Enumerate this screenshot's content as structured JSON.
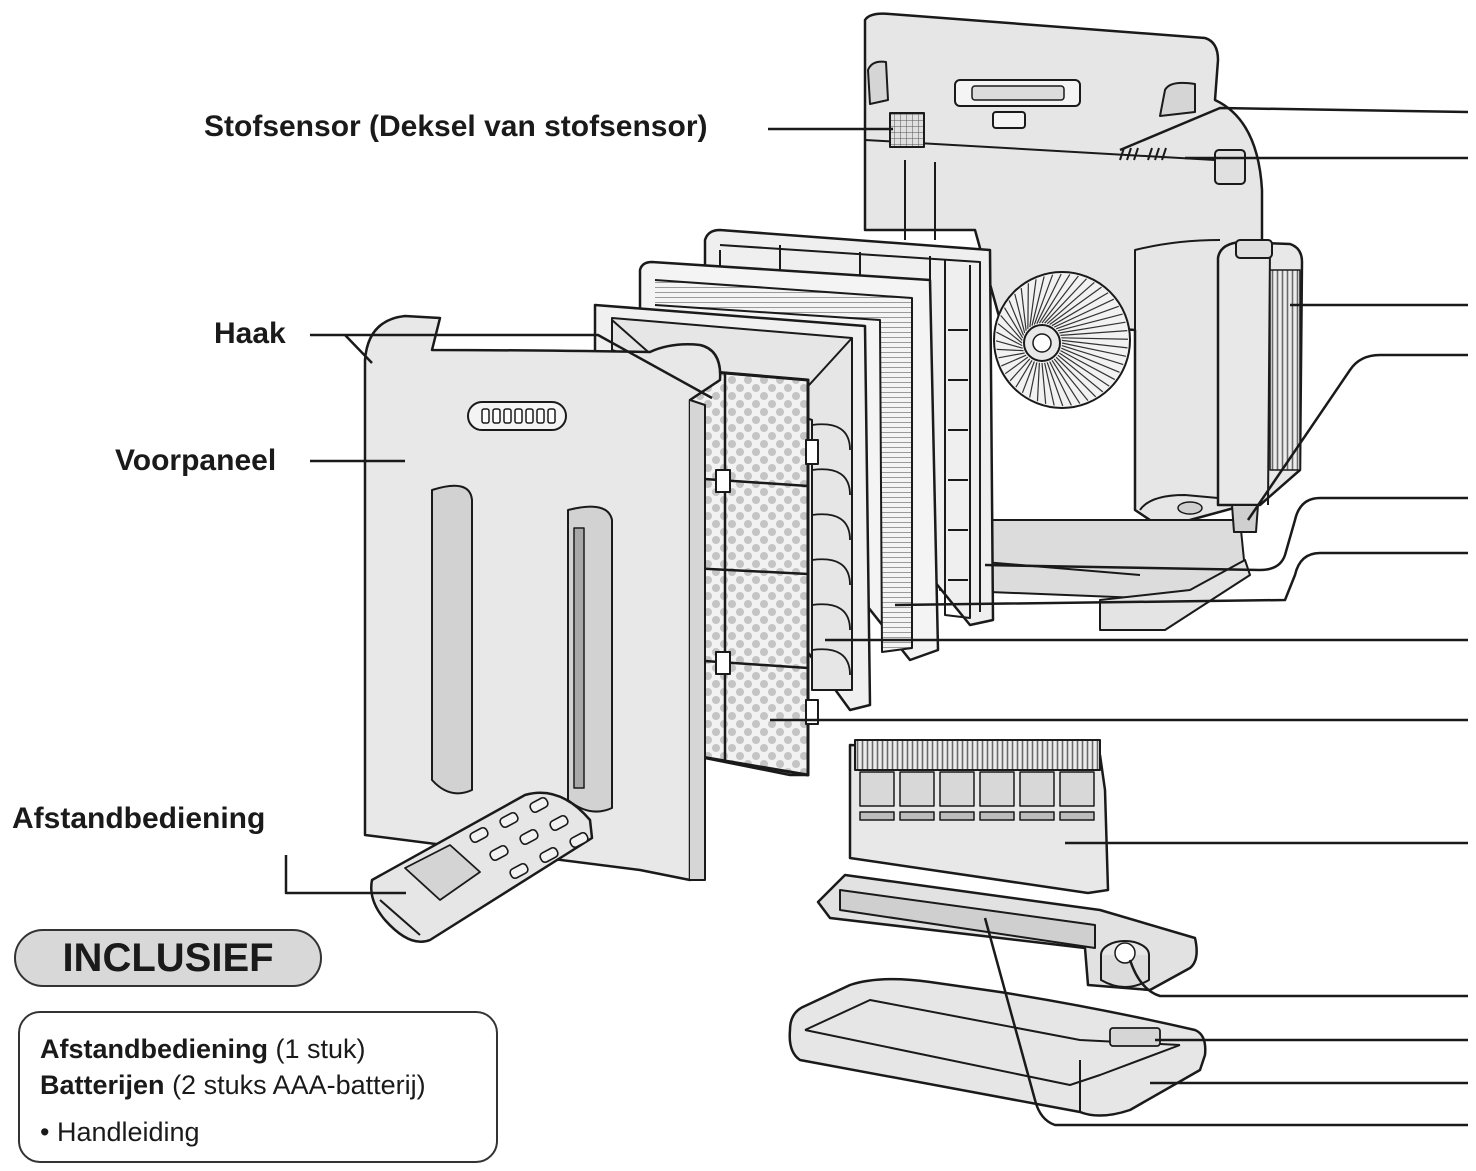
{
  "labels": {
    "dust_sensor": "Stofsensor (Deksel van stofsensor)",
    "hook": "Haak",
    "front_panel": "Voorpaneel",
    "remote": "Afstandbediening"
  },
  "included": {
    "title": "INCLUSIEF",
    "items": [
      {
        "name": "Afstandbediening",
        "detail": "(1 stuk)"
      },
      {
        "name": "Batterijen",
        "detail": "(2 stuks AAA-batterij)"
      }
    ],
    "bullet": "• Handleiding"
  },
  "colors": {
    "panel_fill": "#e6e6e6",
    "panel_dark": "#bcbcbc",
    "outline": "#1a1a1a",
    "badge_fill": "#d8d8d8"
  }
}
